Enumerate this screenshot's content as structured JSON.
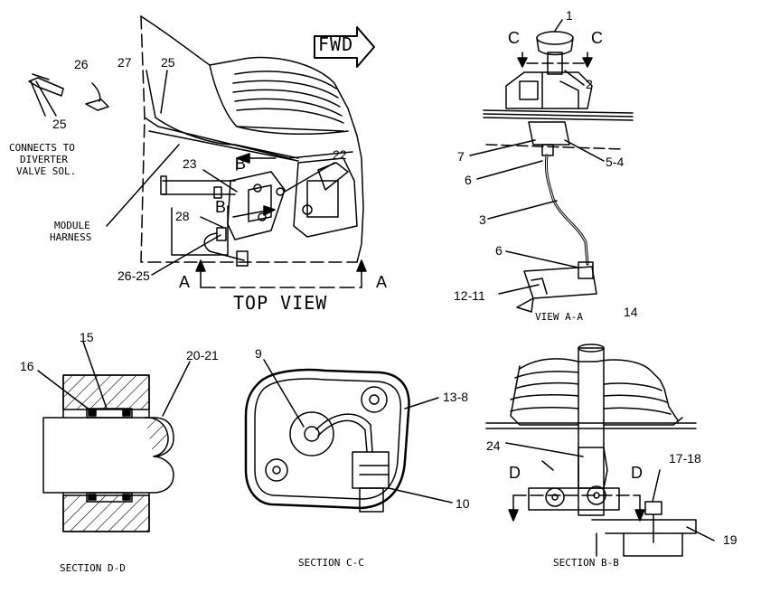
{
  "views": {
    "top_view": "TOP VIEW",
    "view_a": "VIEW A-A",
    "section_d": "SECTION D-D",
    "section_c": "SECTION C-C",
    "section_b": "SECTION B-B"
  },
  "arrows": {
    "fwd": "FWD"
  },
  "notes": {
    "connects_1": "CONNECTS TO",
    "connects_2": "DIVERTER",
    "connects_3": "VALVE SOL.",
    "module_1": "MODULE",
    "module_2": "HARNESS"
  },
  "section_letters": {
    "a": "A",
    "b": "B",
    "c": "C",
    "d": "D"
  },
  "callouts": {
    "c1": "1",
    "c2": "2",
    "c3": "3",
    "c5_4": "5-4",
    "c6": "6",
    "c7": "7",
    "c9": "9",
    "c10": "10",
    "c12_11": "12-11",
    "c13_8": "13-8",
    "c14": "14",
    "c15": "15",
    "c16": "16",
    "c17_18": "17-18",
    "c19": "19",
    "c20_21": "20-21",
    "c22": "22",
    "c23": "23",
    "c24": "24",
    "c25": "25",
    "c26": "26",
    "c26_25": "26-25",
    "c27": "27",
    "c28": "28"
  }
}
